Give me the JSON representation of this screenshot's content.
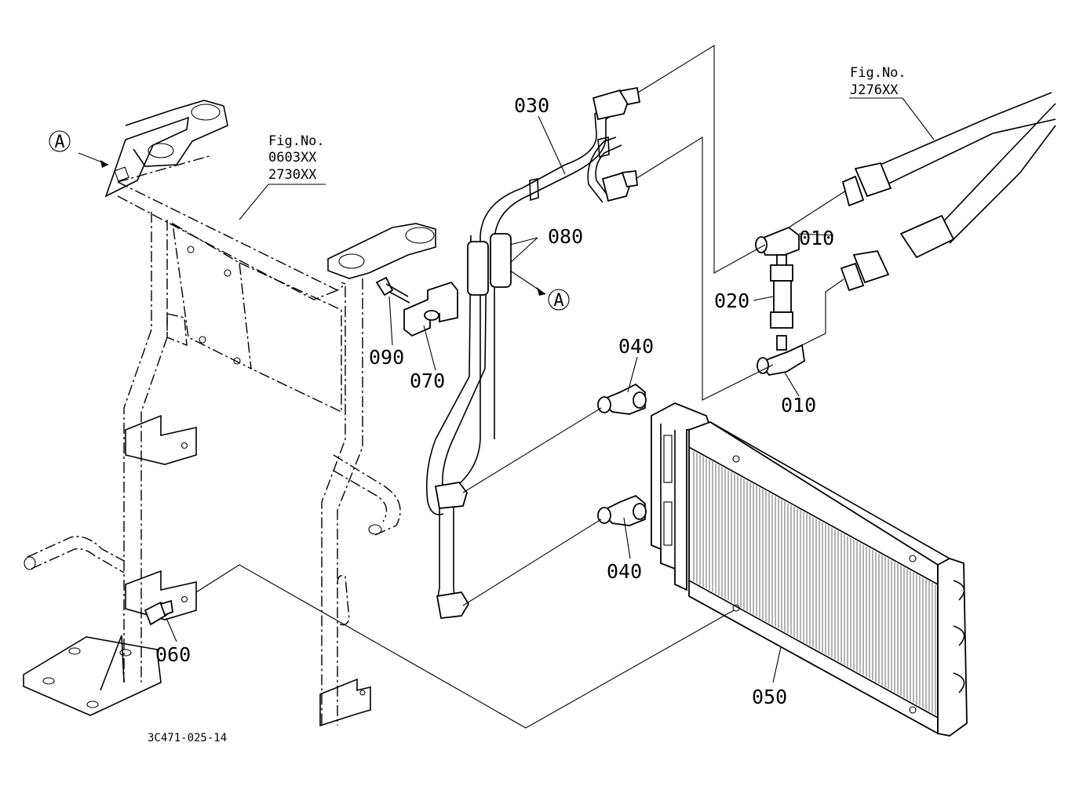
{
  "callouts": {
    "c010a": "010",
    "c010b": "010",
    "c020": "020",
    "c030": "030",
    "c040a": "040",
    "c040b": "040",
    "c050": "050",
    "c060": "060",
    "c070": "070",
    "c080": "080",
    "c090": "090"
  },
  "view_markers": {
    "marker_left": "A",
    "marker_right": "A"
  },
  "fig_refs": {
    "left": {
      "label": "Fig.No.",
      "numbers": [
        "0603XX",
        "2730XX"
      ]
    },
    "right": {
      "label": "Fig.No.",
      "numbers": [
        "J276XX"
      ]
    }
  },
  "document_number": "3C471-025-14"
}
